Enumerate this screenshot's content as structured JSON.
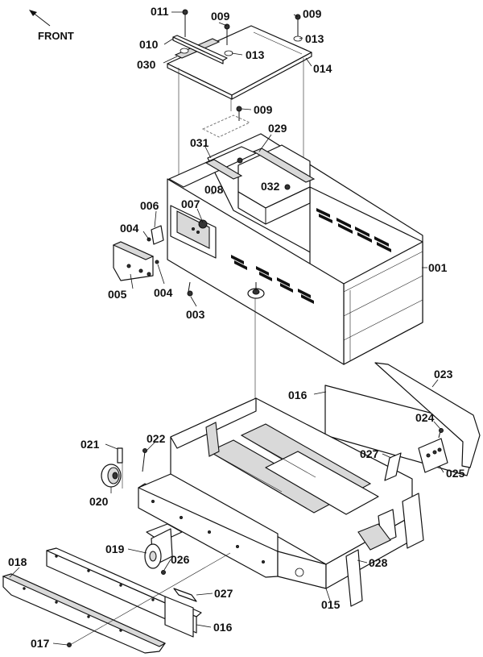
{
  "orientation": {
    "label": "FRONT"
  },
  "callouts": {
    "c001": "001",
    "c003": "003",
    "c004a": "004",
    "c004b": "004",
    "c005": "005",
    "c006": "006",
    "c007": "007",
    "c008": "008",
    "c009a": "009",
    "c009b": "009",
    "c009c": "009",
    "c010": "010",
    "c011": "011",
    "c013a": "013",
    "c013b": "013",
    "c014": "014",
    "c015": "015",
    "c016a": "016",
    "c016b": "016",
    "c017": "017",
    "c018": "018",
    "c019": "019",
    "c020": "020",
    "c021": "021",
    "c022": "022",
    "c023": "023",
    "c024": "024",
    "c025": "025",
    "c026": "026",
    "c027a": "027",
    "c027b": "027",
    "c028": "028",
    "c029": "029",
    "c030": "030",
    "c031": "031",
    "c032": "032"
  }
}
